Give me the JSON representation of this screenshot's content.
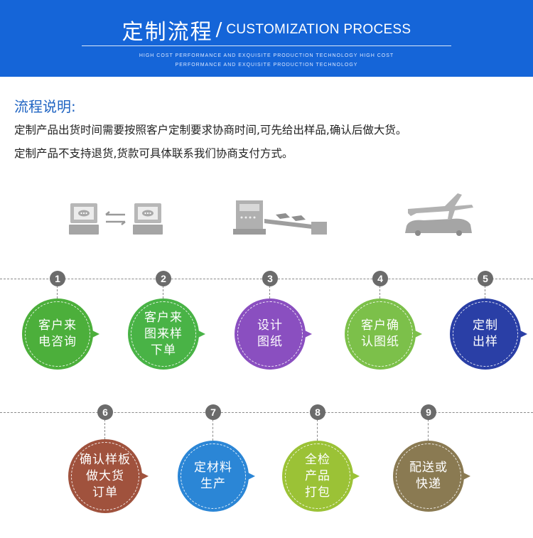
{
  "banner": {
    "title_cn": "定制流程",
    "slash": "/",
    "title_en": "CUSTOMIZATION PROCESS",
    "subtitle_line1": "HIGH COST PERFORMANCE AND EXQUISITE PRODUCTION TECHNOLOGY HIGH COST",
    "subtitle_line2": "PERFORMANCE AND EXQUISITE PRODUCTION TECHNOLOGY",
    "color": "#1565d8"
  },
  "intro": {
    "heading": "流程说明:",
    "line1": "定制产品出货时间需要按照客户定制要求协商时间,可先给出样品,确认后做大货。",
    "line2": "定制产品不支持退货,货款可具体联系我们协商支付方式。"
  },
  "icons": [
    "computer-exchange-icon",
    "production-line-icon",
    "airplane-truck-icon"
  ],
  "steps": [
    {
      "num": "1",
      "label": "客户来\n电咨询",
      "color": "#4caf3b"
    },
    {
      "num": "2",
      "label": "客户来\n图来样\n下单",
      "color": "#49b346"
    },
    {
      "num": "3",
      "label": "设计\n图纸",
      "color": "#8a4fc0"
    },
    {
      "num": "4",
      "label": "客户确\n认图纸",
      "color": "#7cc04a"
    },
    {
      "num": "5",
      "label": "定制\n出样",
      "color": "#2a3fa6"
    },
    {
      "num": "6",
      "label": "确认样板\n做大货\n订单",
      "color": "#a0523d"
    },
    {
      "num": "7",
      "label": "定材料\n生产",
      "color": "#2b86d6"
    },
    {
      "num": "8",
      "label": "全检\n产品\n打包",
      "color": "#9bc236"
    },
    {
      "num": "9",
      "label": "配送或\n快递",
      "color": "#8a7a52"
    }
  ]
}
